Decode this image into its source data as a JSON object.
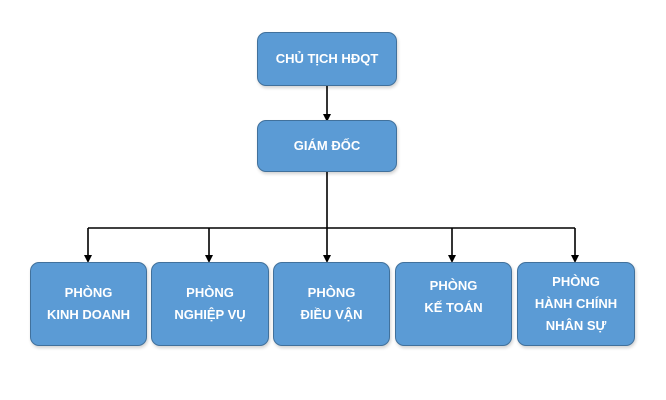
{
  "chart": {
    "chairman": "CHỦ TỊCH HĐQT",
    "director": "GIÁM ĐỐC",
    "departments": [
      [
        "PHÒNG",
        "KINH DOANH"
      ],
      [
        "PHÒNG",
        "NGHIỆP VỤ"
      ],
      [
        "PHÒNG",
        "ĐIỀU VẬN"
      ],
      [
        "PHÒNG",
        "KẾ TOÁN"
      ],
      [
        "PHÒNG",
        "HÀNH CHÍNH",
        "NHÂN SỰ"
      ]
    ]
  },
  "colors": {
    "box_fill": "#5b9bd5",
    "box_border": "#41719c",
    "text": "#ffffff",
    "connector": "#000000"
  }
}
